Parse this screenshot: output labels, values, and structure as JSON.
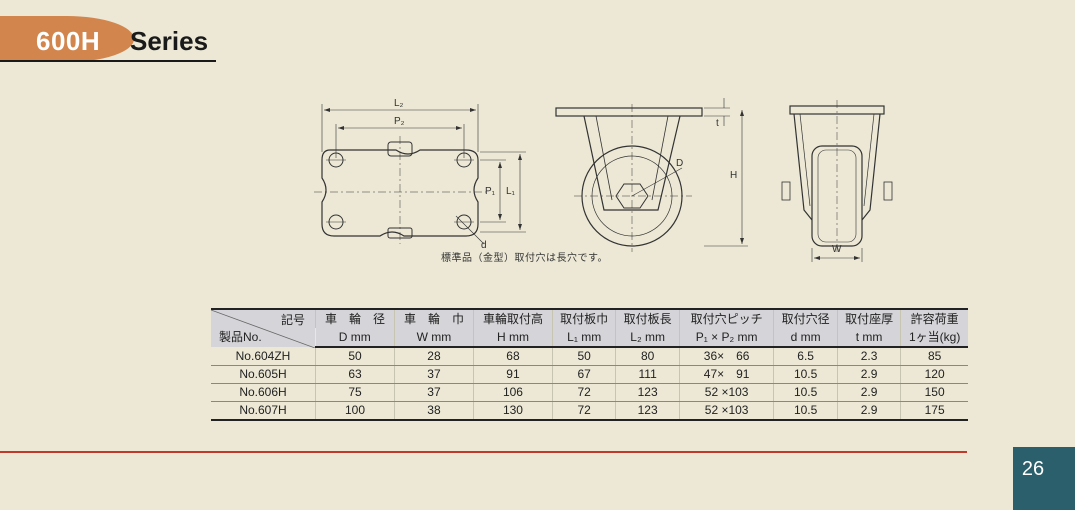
{
  "header": {
    "series_code": "600H",
    "series_word": "Series"
  },
  "drawing": {
    "labels": {
      "l2": "L₂",
      "p2": "P₂",
      "p1": "P₁",
      "l1": "L₁",
      "d_hole": "d",
      "t": "t",
      "h": "H",
      "d_wheel": "D",
      "w": "W"
    },
    "caption": "標準品（金型）取付穴は長穴です。"
  },
  "table": {
    "corner_top": "記号",
    "corner_bottom": "製品No.",
    "columns": [
      {
        "top": "車　輪　径",
        "bottom": "D mm"
      },
      {
        "top": "車　輪　巾",
        "bottom": "W mm"
      },
      {
        "top": "車輪取付高",
        "bottom": "H mm"
      },
      {
        "top": "取付板巾",
        "bottom": "L₁ mm"
      },
      {
        "top": "取付板長",
        "bottom": "L₂ mm"
      },
      {
        "top": "取付穴ピッチ",
        "bottom": "P₁ × P₂ mm"
      },
      {
        "top": "取付穴径",
        "bottom": "d mm"
      },
      {
        "top": "取付座厚",
        "bottom": "t mm"
      },
      {
        "top": "許容荷重",
        "bottom": "1ヶ当(kg)"
      }
    ],
    "rows": [
      {
        "name": "No.604ZH",
        "cells": [
          "50",
          "28",
          "68",
          "50",
          "80",
          "36×　66",
          "6.5",
          "2.3",
          "85"
        ]
      },
      {
        "name": "No.605H",
        "cells": [
          "63",
          "37",
          "91",
          "67",
          "111",
          "47×　91",
          "10.5",
          "2.9",
          "120"
        ]
      },
      {
        "name": "No.606H",
        "cells": [
          "75",
          "37",
          "106",
          "72",
          "123",
          "52 ×103",
          "10.5",
          "2.9",
          "150"
        ]
      },
      {
        "name": "No.607H",
        "cells": [
          "100",
          "38",
          "130",
          "72",
          "123",
          "52 ×103",
          "10.5",
          "2.9",
          "175"
        ]
      }
    ]
  },
  "footer": {
    "page_number": "26"
  },
  "colors": {
    "background": "#ece8d5",
    "badge": "#d2864e",
    "table_header": "#d5d4d8",
    "accent_rule": "#c0392b",
    "page_box": "#2a5f6b"
  }
}
